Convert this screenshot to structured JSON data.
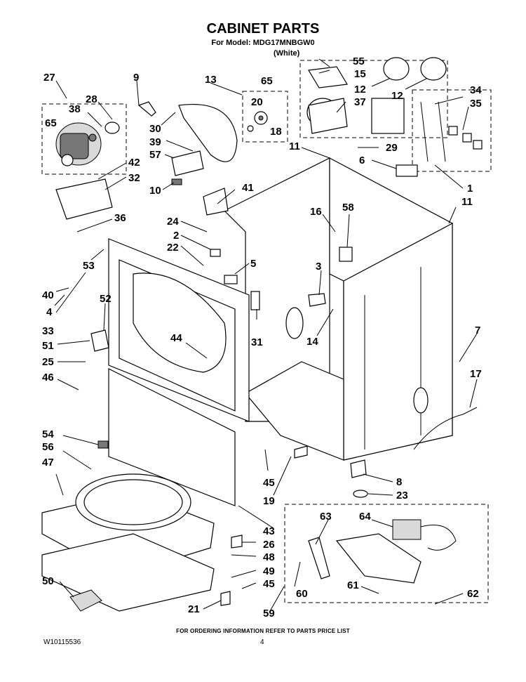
{
  "header": {
    "title": "CABINET PARTS",
    "model_line": "For Model: MDG17MNBGW0",
    "variant": "(White)"
  },
  "footer": {
    "note": "FOR ORDERING INFORMATION REFER TO PARTS PRICE LIST",
    "doc_number": "W10115536",
    "page_number": "4"
  },
  "callouts": [
    "27",
    "9",
    "13",
    "28",
    "38",
    "65",
    "20",
    "18",
    "30",
    "39",
    "57",
    "42",
    "32",
    "10",
    "41",
    "36",
    "24",
    "2",
    "22",
    "53",
    "40",
    "4",
    "33",
    "52",
    "51",
    "25",
    "46",
    "5",
    "31",
    "44",
    "65",
    "55",
    "15",
    "12",
    "12",
    "37",
    "34",
    "35",
    "11",
    "29",
    "6",
    "1",
    "11",
    "16",
    "58",
    "3",
    "14",
    "7",
    "17",
    "54",
    "56",
    "47",
    "45",
    "19",
    "8",
    "23",
    "43",
    "26",
    "48",
    "49",
    "45",
    "21",
    "50",
    "59",
    "63",
    "64",
    "60",
    "61",
    "62"
  ]
}
